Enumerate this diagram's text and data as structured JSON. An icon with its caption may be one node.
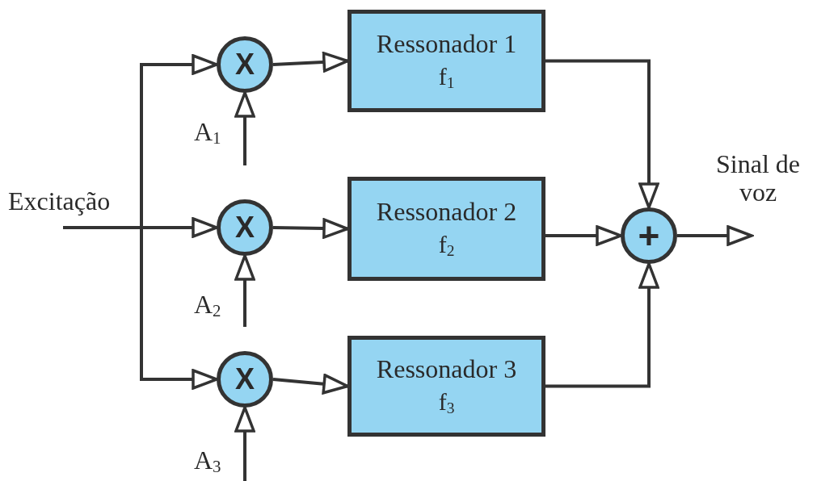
{
  "diagram": {
    "nodes": [
      {
        "text": [
          "Excitação"
        ]
      },
      {
        "text": [
          "X"
        ]
      },
      {
        "text": [
          "Ressonador 1",
          "f$_{1}$"
        ]
      },
      {
        "text": [
          "X"
        ]
      },
      {
        "text": [
          "Ressonador 2",
          "f$_{2}$"
        ]
      },
      {
        "text": [
          "X"
        ]
      },
      {
        "text": [
          "Ressonador 3",
          "f$_{3}$"
        ]
      },
      {
        "text": [
          "+"
        ]
      }
    ],
    "edges": [
      {
        "from": 0,
        "to": 1,
        "arrow": "to"
      },
      {
        "from": 0,
        "to": 3,
        "arrow": "to"
      },
      {
        "from": 0,
        "to": 5,
        "arrow": "to"
      },
      {
        "from": null,
        "to": 1,
        "arrow": "to",
        "label": "A$_{1}$"
      },
      {
        "from": null,
        "to": 3,
        "arrow": "to",
        "label": "A$_{2}$"
      },
      {
        "from": null,
        "to": 5,
        "arrow": "to",
        "label": "A$_{3}$"
      },
      {
        "from": 1,
        "to": 2,
        "arrow": "to"
      },
      {
        "from": 3,
        "to": 4,
        "arrow": "to"
      },
      {
        "from": 5,
        "to": 6,
        "arrow": "to"
      },
      {
        "from": 2,
        "to": 7,
        "arrow": "to"
      },
      {
        "from": 4,
        "to": 7,
        "arrow": "to"
      },
      {
        "from": 6,
        "to": 7,
        "arrow": "to"
      },
      {
        "from": 7,
        "to": null,
        "arrow": "to"
      }
    ],
    "labels": [
      "Sinal de voz"
    ]
  }
}
